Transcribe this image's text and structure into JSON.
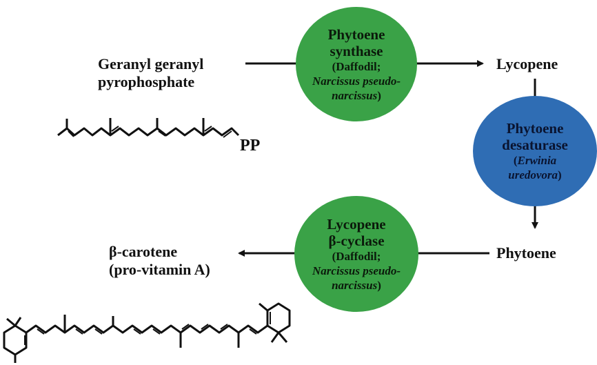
{
  "substrates": {
    "ggpp_line1": "Geranyl geranyl",
    "ggpp_line2": "pyrophosphate",
    "lycopene": "Lycopene",
    "phytoene": "Phytoene",
    "beta_carotene_line1": "β-carotene",
    "beta_carotene_line2": "(pro-vitamin A)",
    "pp_label": "PP"
  },
  "enzymes": {
    "phytoene_synthase": {
      "name_line1": "Phytoene",
      "name_line2": "synthase",
      "src_open": "(Daffodil;",
      "src_species_1": "Narcissus pseudo-",
      "src_species_2": "narcissus",
      "src_close": ")",
      "color": "#3aa247"
    },
    "phytoene_desaturase": {
      "name_line1": "Phytoene",
      "name_line2": "desaturase",
      "src_open": "(",
      "src_species_1": "Erwinia",
      "src_species_2": "uredovora",
      "src_close": ")",
      "color": "#2f6db4"
    },
    "lycopene_cyclase": {
      "name_line1": "Lycopene",
      "name_line2": "β-cyclase",
      "src_open": "(Daffodil;",
      "src_species_1": "Narcissus pseudo-",
      "src_species_2": "narcissus",
      "src_close": ")",
      "color": "#3aa247"
    }
  },
  "structures": {
    "ggpp_icon": "ggpp-skeletal-structure",
    "beta_carotene_icon": "beta-carotene-skeletal-structure"
  }
}
